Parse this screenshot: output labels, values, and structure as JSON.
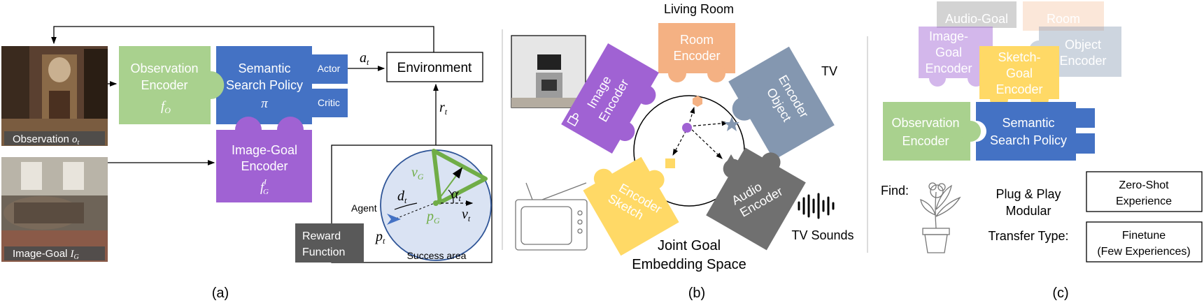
{
  "panel_a": {
    "obs_caption": "Observation",
    "obs_symbol": "o",
    "obs_sub": "t",
    "img_caption": "Image-Goal",
    "img_symbol": "I",
    "img_sub": "G",
    "obs_encoder_l1": "Observation",
    "obs_encoder_l2": "Encoder",
    "obs_encoder_sym": "f",
    "obs_encoder_sub": "O",
    "policy_l1": "Semantic",
    "policy_l2": "Search Policy",
    "policy_sym": "π",
    "actor": "Actor",
    "critic": "Critic",
    "img_encoder_l1": "Image-Goal",
    "img_encoder_l2": "Encoder",
    "img_encoder_sym": "f",
    "img_encoder_sub": "G",
    "img_encoder_sup": "I",
    "environment": "Environment",
    "action_sym": "a",
    "action_sub": "t",
    "reward_sym": "r",
    "reward_sub": "t",
    "agent": "Agent",
    "reward_fn_l1": "Reward",
    "reward_fn_l2": "Function",
    "success_area": "Success area",
    "v_g": "v",
    "v_g_sub": "G",
    "alpha": "α",
    "alpha_sub": "t",
    "d": "d",
    "d_sub": "t",
    "p_g": "p",
    "p_g_sub": "G",
    "v_t": "v",
    "v_t_sub": "t",
    "p_t": "p",
    "p_t_sub": "t",
    "label": "(a)"
  },
  "panel_b": {
    "living_room": "Living Room",
    "tv": "TV",
    "room_enc_l1": "Room",
    "room_enc_l2": "Encoder",
    "obj_enc_l1": "Object",
    "obj_enc_l2": "Encoder",
    "image_enc_l1": "Image",
    "image_enc_l2": "Encoder",
    "sketch_enc_l1": "Sketch",
    "sketch_enc_l2": "Encoder",
    "audio_enc_l1": "Audio",
    "audio_enc_l2": "Encoder",
    "tv_sounds": "TV Sounds",
    "joint_l1": "Joint Goal",
    "joint_l2": "Embedding Space",
    "label": "(b)"
  },
  "panel_c": {
    "bg_audio_l1": "Audio-Goal",
    "bg_room": "Room",
    "bg_image_l1": "Image-",
    "bg_image_l2": "Goal",
    "bg_image_l3": "Encoder",
    "bg_object_l1": "Object",
    "bg_object_l2": "Encoder",
    "sketch_l1": "Sketch-",
    "sketch_l2": "Goal",
    "sketch_l3": "Encoder",
    "obs_l1": "Observation",
    "obs_l2": "Encoder",
    "policy_l1": "Semantic",
    "policy_l2": "Search Policy",
    "find": "Find:",
    "plug_l1": "Plug & Play",
    "plug_l2": "Modular",
    "plug_l3": "Transfer Type:",
    "zero_l1": "Zero-Shot",
    "zero_l2": "Experience",
    "fine_l1": "Finetune",
    "fine_l2": "(Few Experiences)",
    "label": "(c)"
  },
  "colors": {
    "green": "#a9d18e",
    "blue": "#4472c4",
    "purple": "#a062d3",
    "orange": "#f4b183",
    "slate": "#8497b0",
    "yellow": "#ffd966",
    "gray": "#707070",
    "darkgray": "#595959",
    "goalgreen": "#70ad47"
  }
}
